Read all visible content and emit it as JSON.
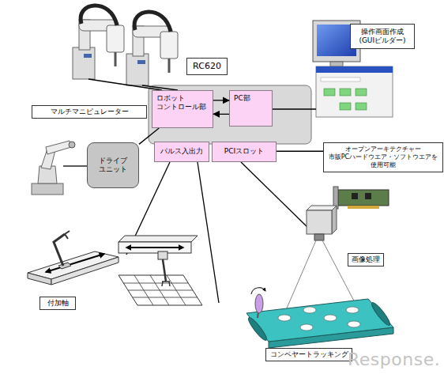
{
  "diagram": {
    "nodes": [
      {
        "text": [
          "RC620"
        ]
      },
      {
        "text": [
          "マルチマニピュレーター"
        ]
      },
      {
        "text": [
          "ロボット コントロール部"
        ]
      },
      {
        "text": [
          "PC部"
        ]
      },
      {
        "text": [
          "パルス入出力"
        ]
      },
      {
        "text": [
          "PCIスロット"
        ]
      },
      {
        "text": [
          "ドライブ ユニット"
        ]
      },
      {
        "text": [
          "操作画面作成 (GUIビルダー)"
        ]
      },
      {
        "text": [
          "オープンアーキテクチャー 市販PCハードウエア・ソフトウエアを 使用可能"
        ]
      },
      {
        "text": [
          "付加軸"
        ]
      },
      {
        "text": [
          "画像処理"
        ]
      },
      {
        "text": [
          "コンベヤートラッキング"
        ]
      }
    ],
    "edges": [
      {
        "from": 2,
        "to": 3,
        "arrow": "to"
      },
      {
        "from": 3,
        "to": 2,
        "arrow": "to"
      },
      {
        "from": 6,
        "to": 2,
        "arrow": "none"
      },
      {
        "from": 5,
        "to": 8,
        "arrow": "none"
      }
    ],
    "labels": [
      "Response."
    ]
  }
}
